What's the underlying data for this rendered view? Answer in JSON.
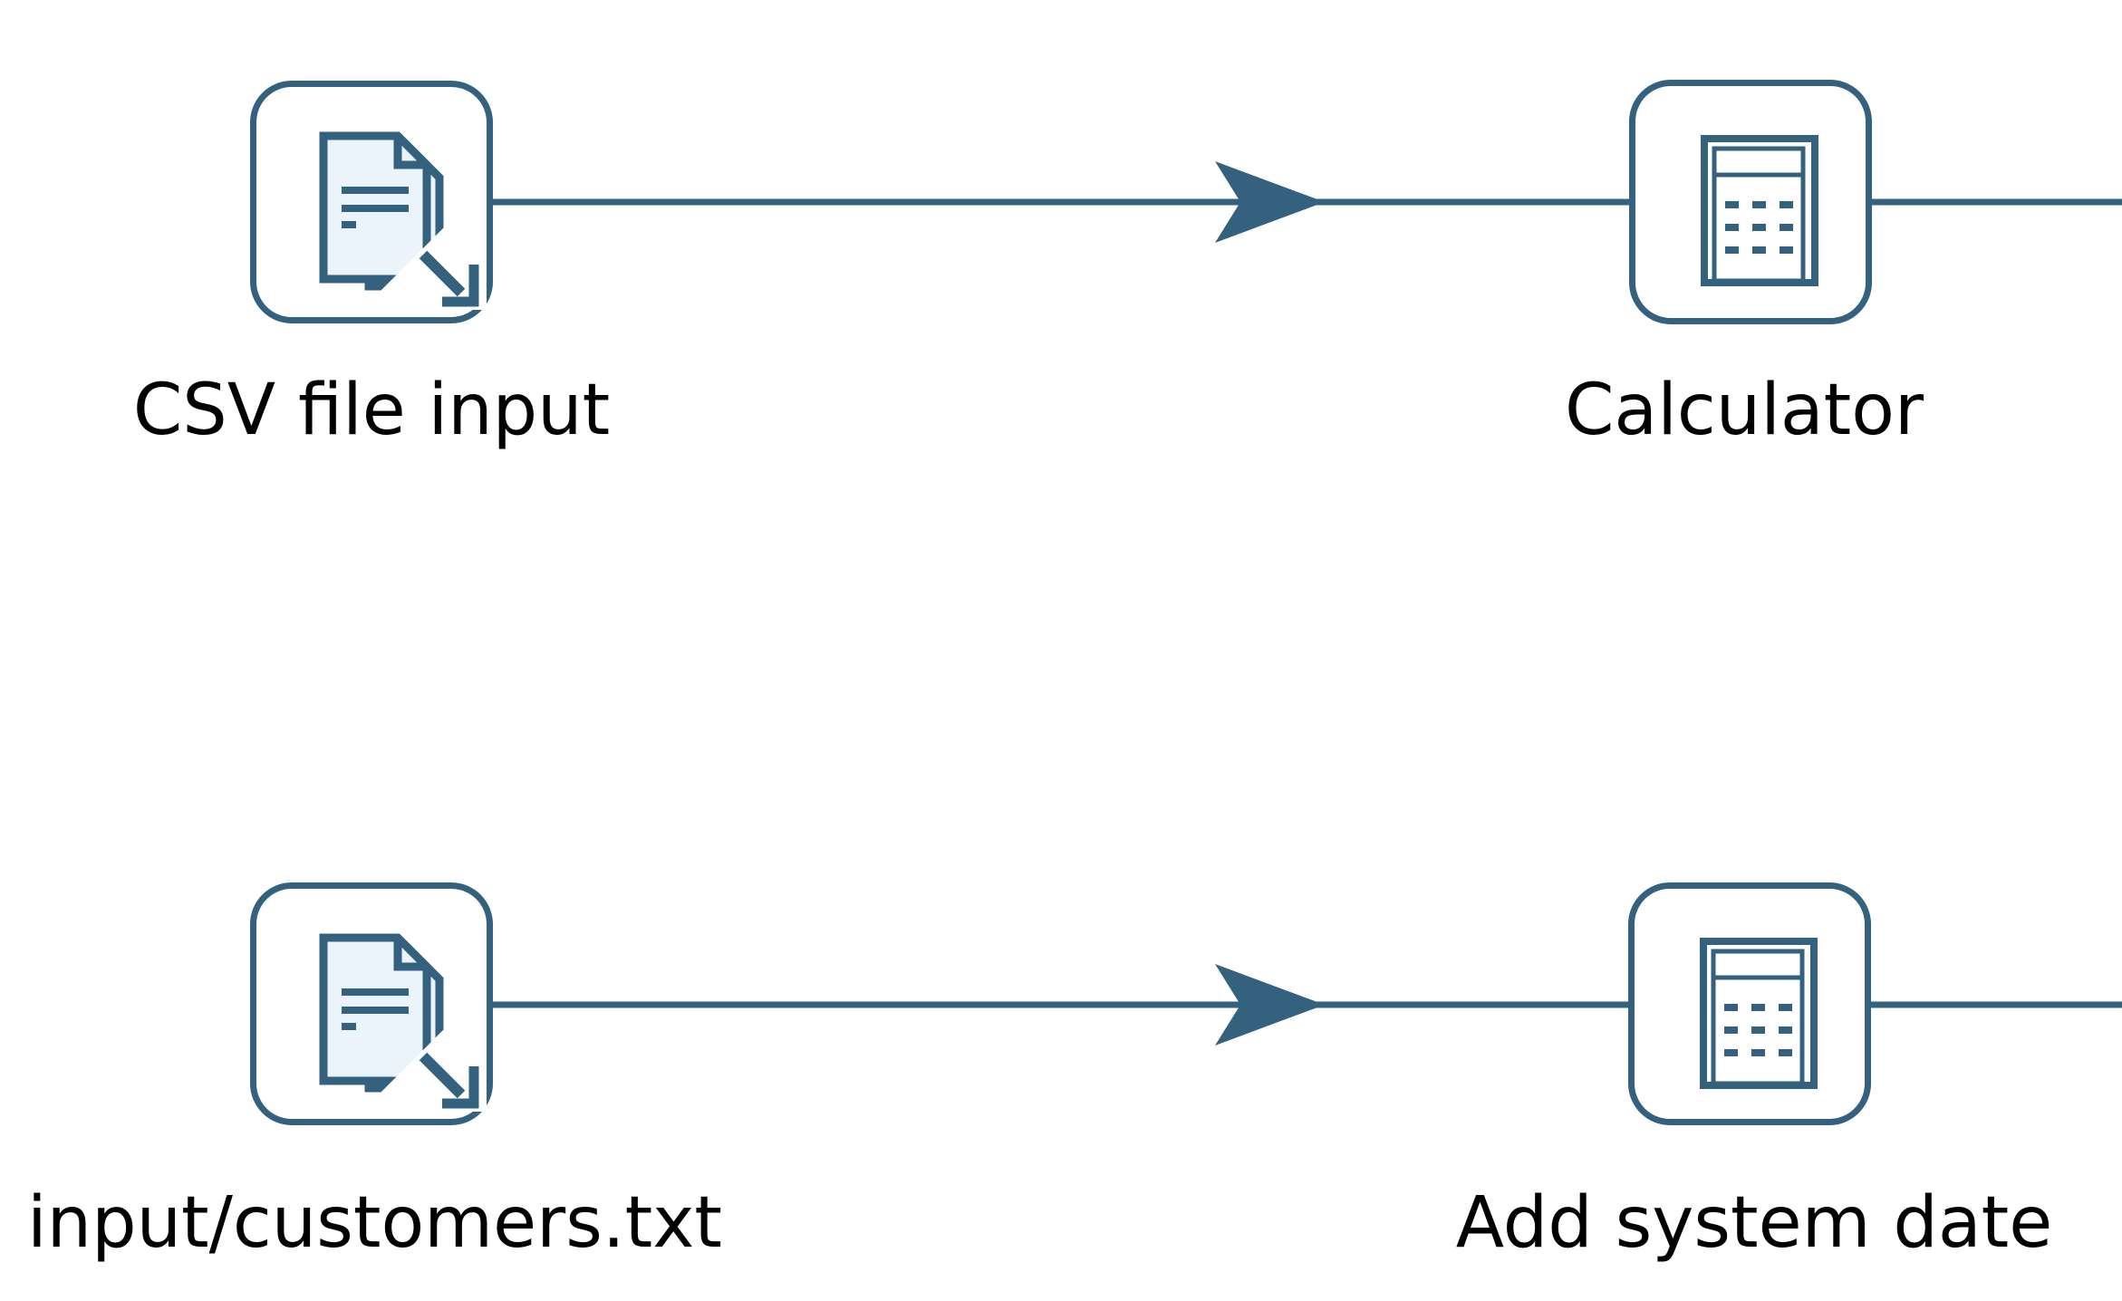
{
  "diagram": {
    "type": "etl-transformation-canvas",
    "background_color": "#ffffff",
    "accent_color": "#33617E",
    "document_fill_color": "#EBF4FA",
    "label_color": "#000000",
    "nodes": [
      {
        "id": "csv-file-input",
        "label": "CSV file input",
        "icon": "file-export-icon",
        "row": 1
      },
      {
        "id": "calculator",
        "label": "Calculator",
        "icon": "calculator-icon",
        "row": 1
      },
      {
        "id": "input-customers",
        "label": "input/customers.txt",
        "icon": "file-export-icon",
        "row": 2
      },
      {
        "id": "add-system-date",
        "label": "Add system date",
        "icon": "calculator-icon",
        "row": 2
      }
    ],
    "connections": [
      {
        "from": "csv-file-input",
        "to": "calculator",
        "arrow": true
      },
      {
        "from": "calculator",
        "to": "offscreen-right",
        "arrow": false
      },
      {
        "from": "input-customers",
        "to": "add-system-date",
        "arrow": true
      },
      {
        "from": "add-system-date",
        "to": "offscreen-right",
        "arrow": false
      }
    ]
  }
}
